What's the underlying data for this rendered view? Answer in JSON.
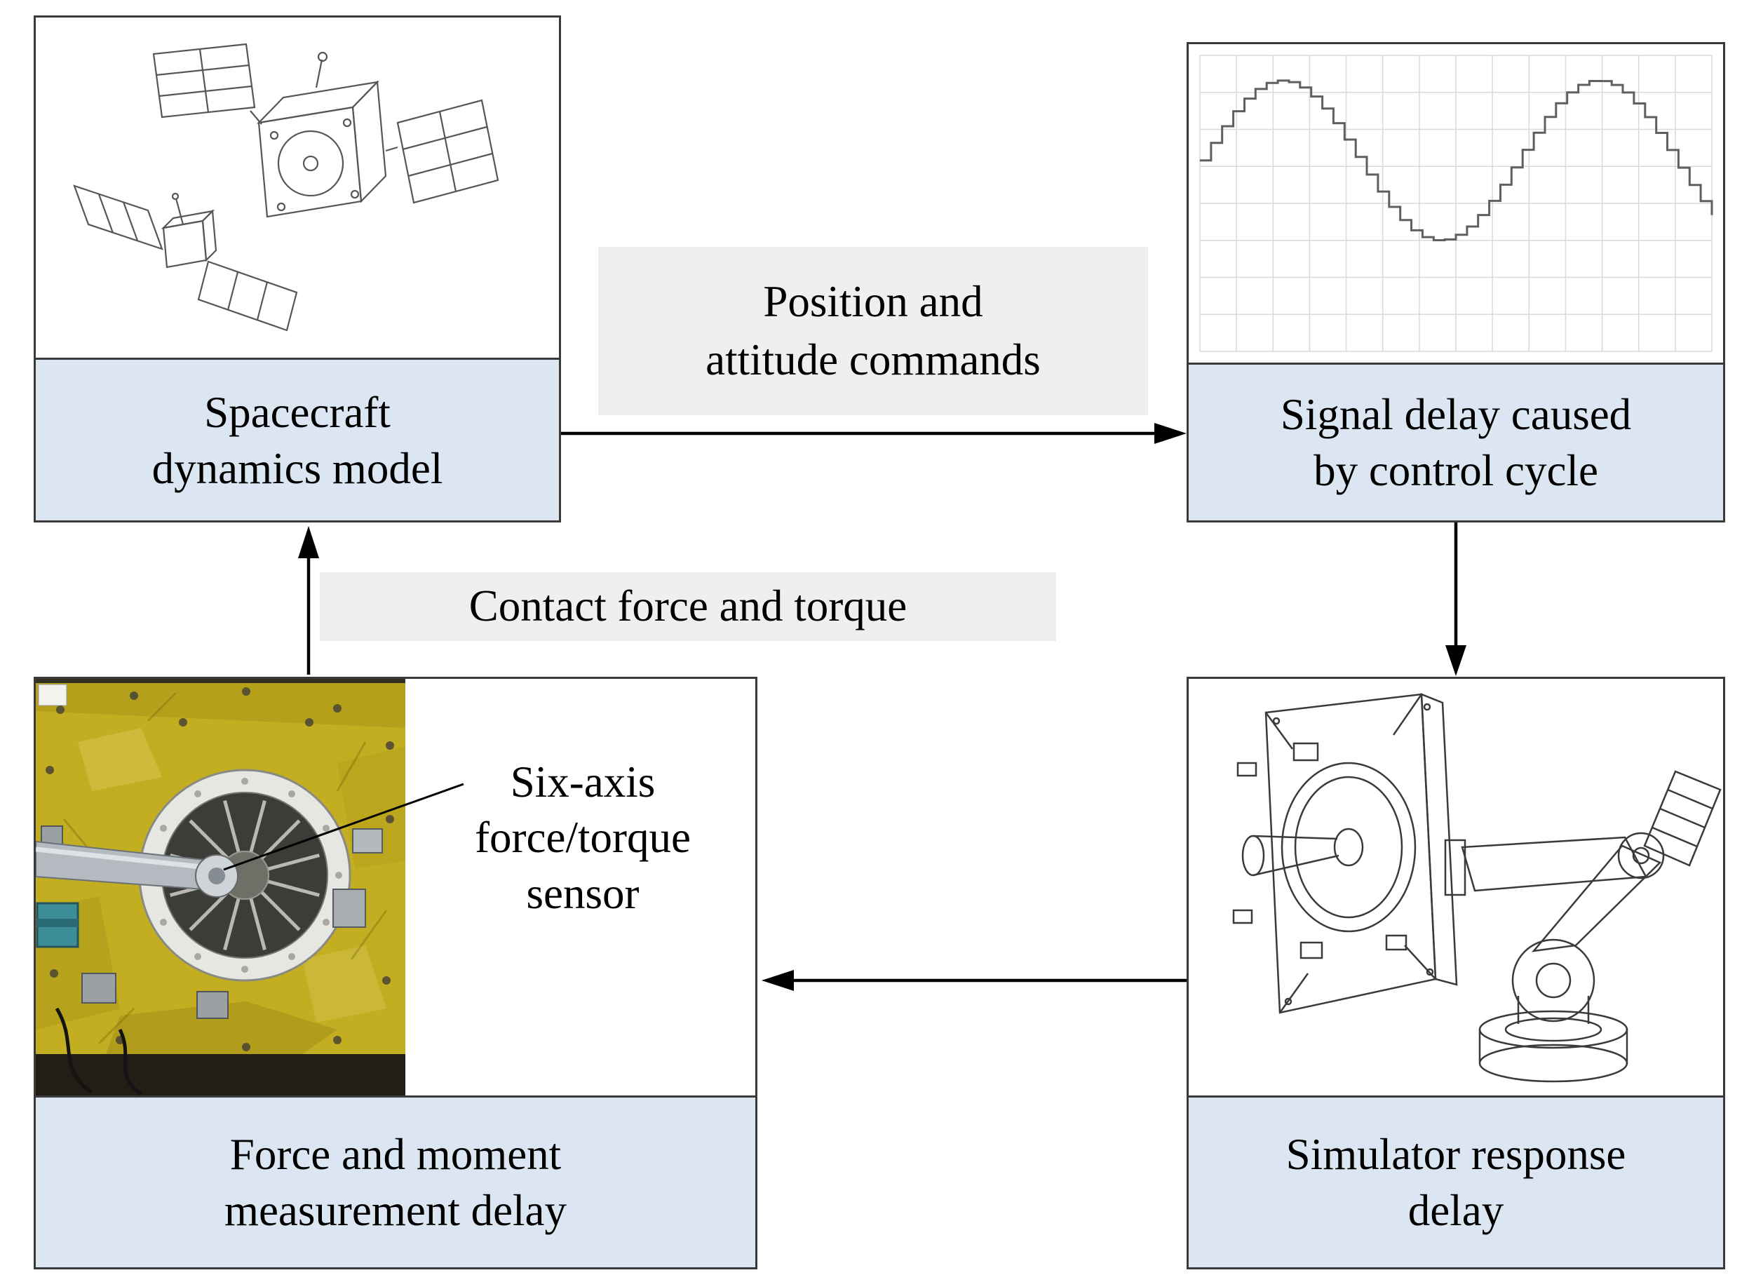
{
  "blocks": {
    "spacecraft": {
      "line1": "Spacecraft",
      "line2": "dynamics model"
    },
    "signal_delay": {
      "line1": "Signal delay caused",
      "line2": "by control cycle"
    },
    "simulator_delay": {
      "line1": "Simulator response",
      "line2": "delay"
    },
    "force_delay": {
      "line1": "Force and moment",
      "line2": "measurement delay"
    }
  },
  "arrow_labels": {
    "position_attitude": {
      "line1": "Position and",
      "line2": "attitude commands"
    },
    "contact_force": {
      "line1": "Contact force and torque"
    }
  },
  "annotation": {
    "line1": "Six-axis",
    "line2": "force/torque",
    "line3": "sensor"
  },
  "colors": {
    "block_label_bg": "#dbe6f2",
    "arrow_label_bg": "#efefef",
    "block_border": "#3a3a3a",
    "arrow_color": "#000000",
    "foil_yellow": "#c3ad20"
  },
  "waveform": {
    "type": "stepped-sine",
    "steps": 46,
    "cycles": 1.62,
    "mid_frac": 0.355,
    "amp_frac": 0.27
  }
}
